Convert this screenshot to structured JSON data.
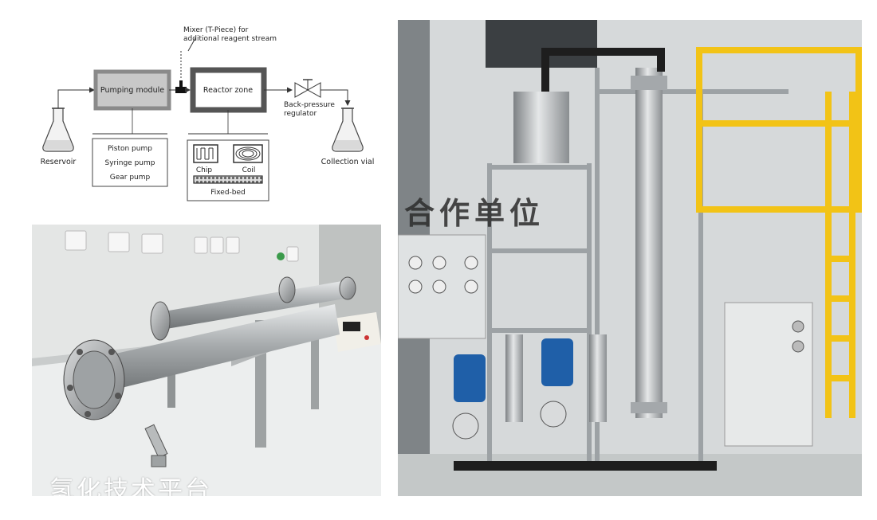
{
  "diagram": {
    "mixer_label_line1": "Mixer (T-Piece) for",
    "mixer_label_line2": "additional reagent stream",
    "pumping_module": "Pumping module",
    "reactor_zone": "Reactor zone",
    "bpr_line1": "Back-pressure",
    "bpr_line2": "regulator",
    "reservoir": "Reservoir",
    "collection_vial": "Collection vial",
    "pump_types": [
      "Piston pump",
      "Syringe pump",
      "Gear pump"
    ],
    "reactor_types": {
      "chip": "Chip",
      "coil": "Coil",
      "fixed_bed": "Fixed-bed"
    }
  },
  "photo_reactor": {
    "caption_overlay": "氢化技术平台"
  },
  "photo_plant": {
    "watermark": "合作单位"
  },
  "colors": {
    "pumping_box_fill": "#c8c8c8",
    "pumping_box_border": "#8a8a8a",
    "reactor_box_border": "#555555",
    "yellow_frame": "#f2c316",
    "steel": "#b9bcbe",
    "pump_blue": "#1f5fa8"
  }
}
